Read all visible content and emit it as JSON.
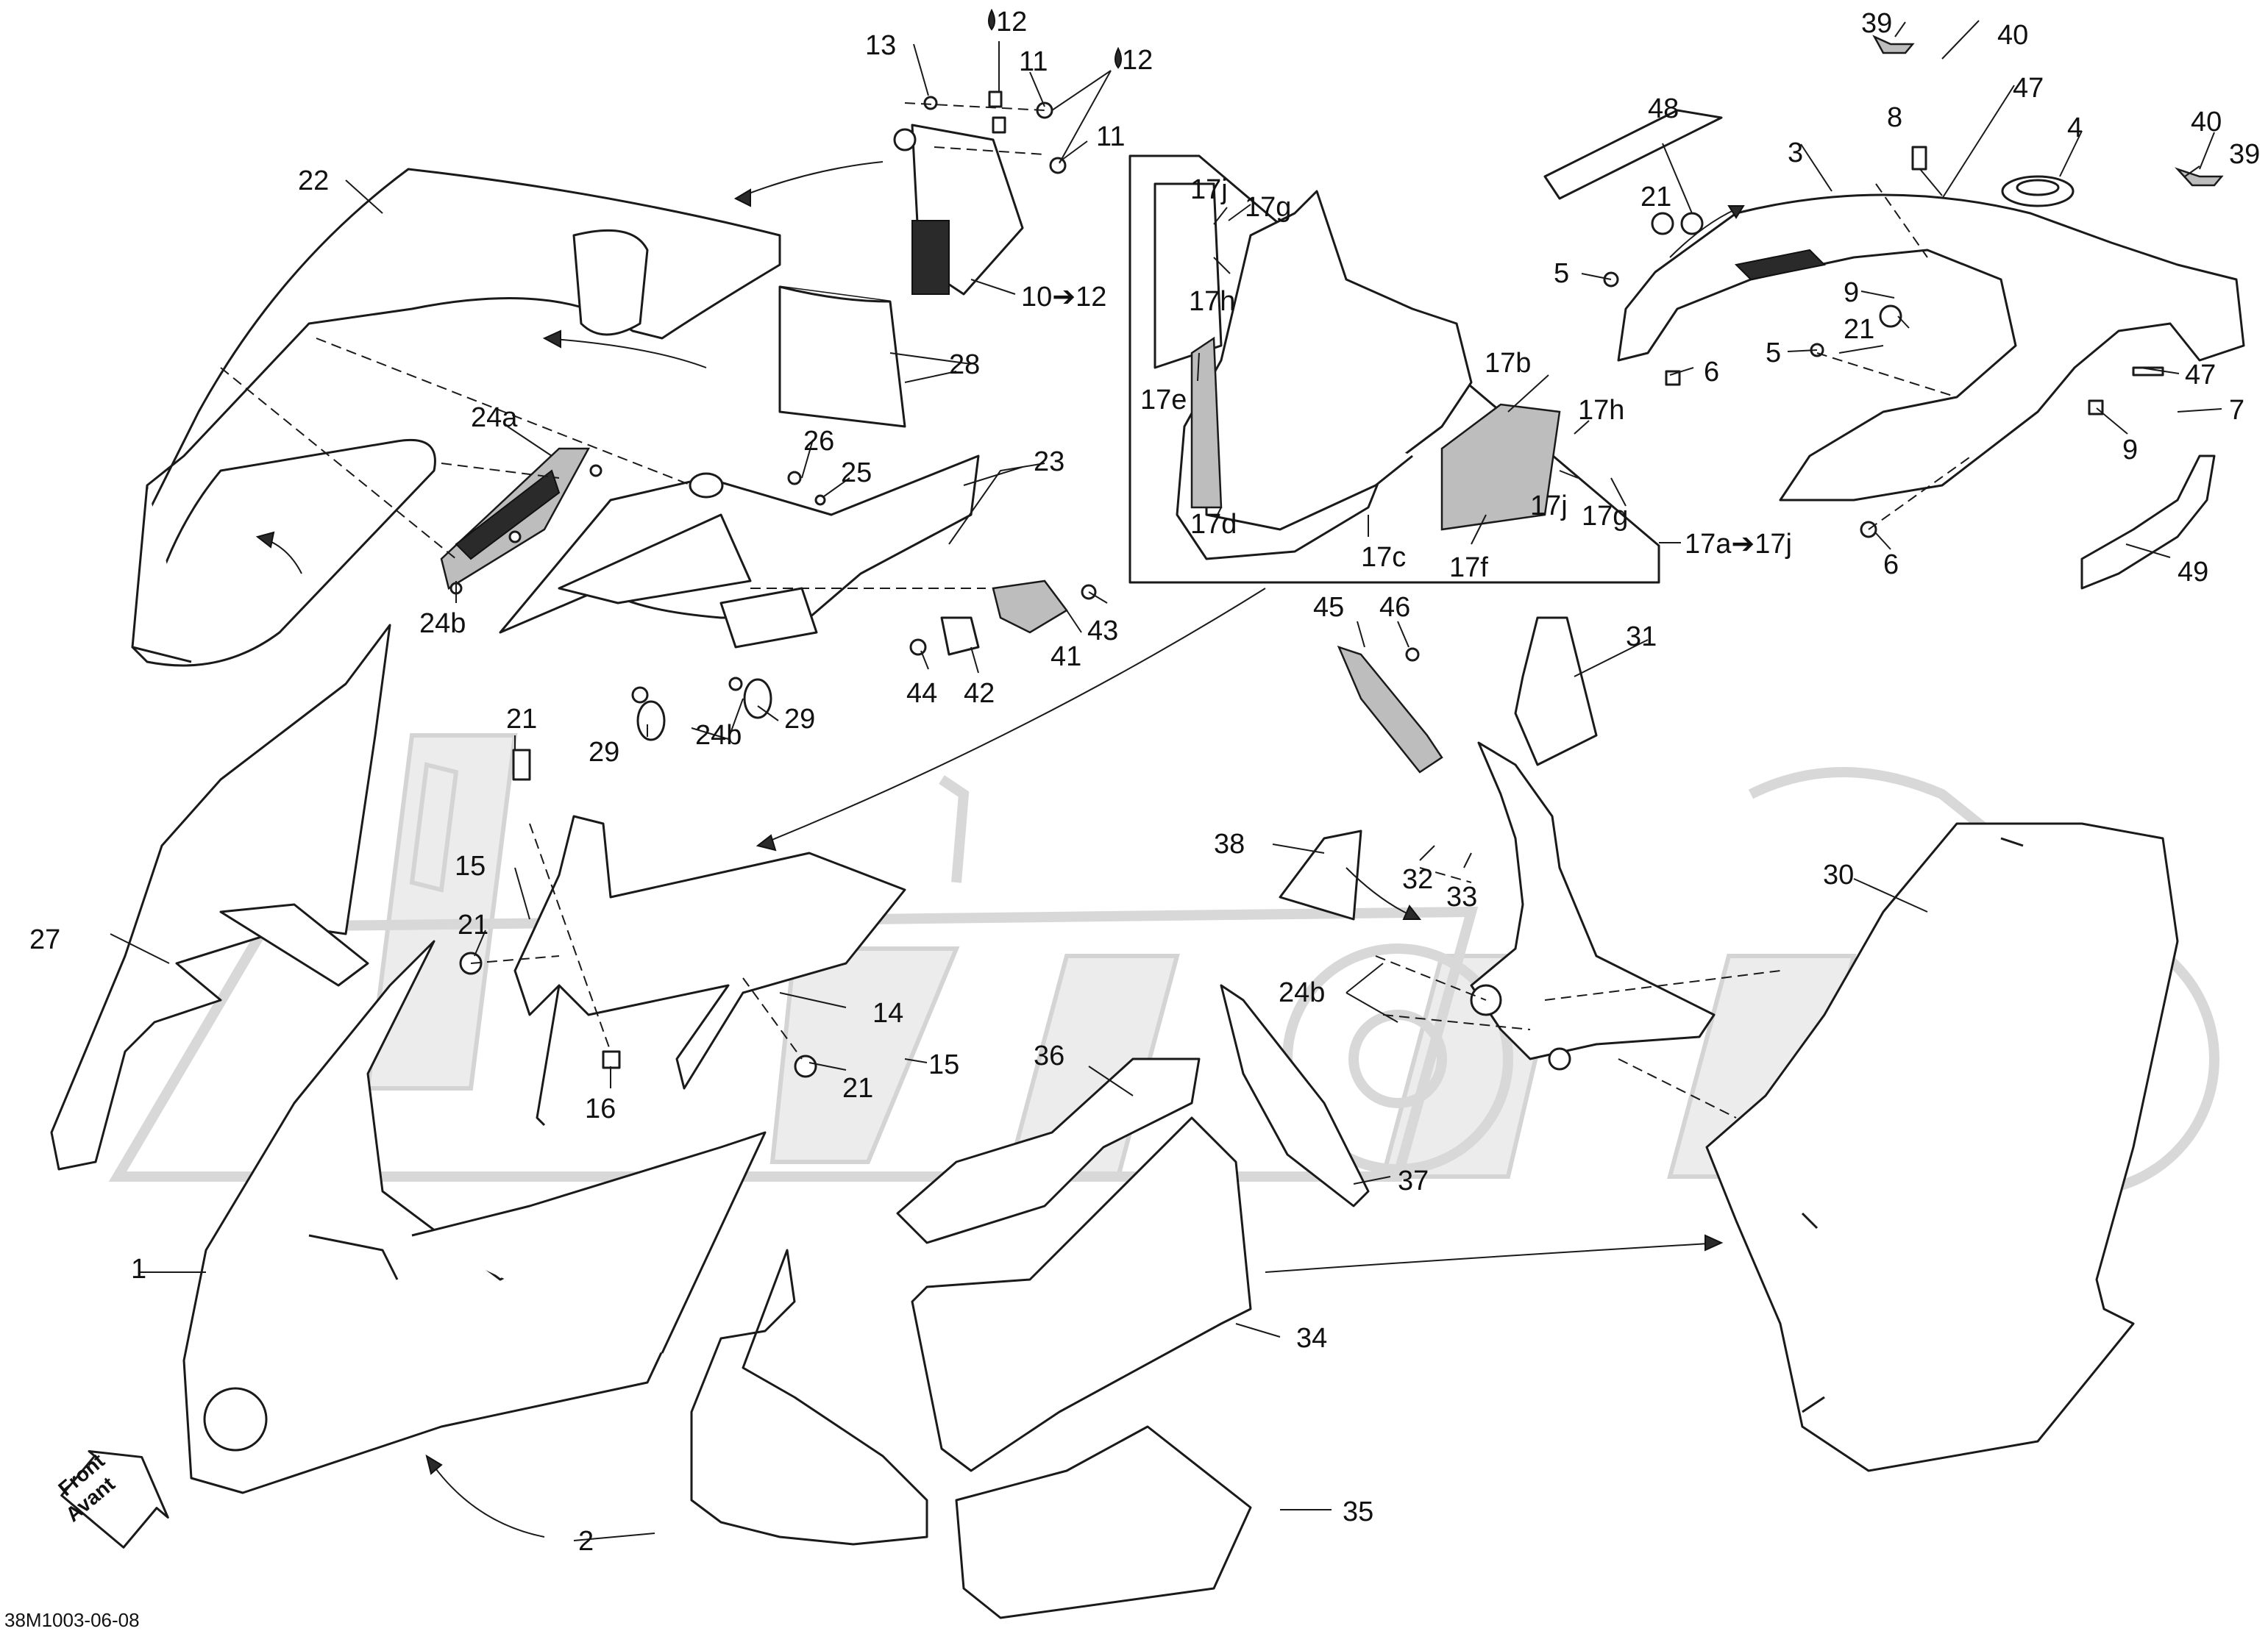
{
  "diagram": {
    "reference_code": "38M1003-06-08",
    "front_label": "Front",
    "front_label_fr": "Avant",
    "kit_label": "17a➔17j",
    "callouts": {
      "c1": "1",
      "c2": "2",
      "c3": "3",
      "c4": "4",
      "c5a": "5",
      "c5b": "5",
      "c6a": "6",
      "c6b": "6",
      "c7": "7",
      "c8": "8",
      "c9a": "9",
      "c9b": "9",
      "c10": "10➔12",
      "c11a": "11",
      "c11b": "11",
      "c12a": "12",
      "c12b": "12",
      "c13": "13",
      "c14": "14",
      "c15a": "15",
      "c15b": "15",
      "c16": "16",
      "c17b": "17b",
      "c17c": "17c",
      "c17d": "17d",
      "c17e": "17e",
      "c17f": "17f",
      "c17ga": "17g",
      "c17gb": "17g",
      "c17ha": "17h",
      "c17hb": "17h",
      "c17ja": "17j",
      "c17jb": "17j",
      "c21a": "21",
      "c21b": "21",
      "c21c": "21",
      "c21d": "21",
      "c21e": "21",
      "c22": "22",
      "c23": "23",
      "c24a": "24a",
      "c24ba": "24b",
      "c24bb": "24b",
      "c24bc": "24b",
      "c25": "25",
      "c26": "26",
      "c27": "27",
      "c28": "28",
      "c29a": "29",
      "c29b": "29",
      "c30": "30",
      "c31": "31",
      "c32": "32",
      "c33": "33",
      "c34": "34",
      "c35": "35",
      "c36": "36",
      "c37": "37",
      "c38": "38",
      "c39a": "39",
      "c39b": "39",
      "c40a": "40",
      "c40b": "40",
      "c41": "41",
      "c42": "42",
      "c43": "43",
      "c44": "44",
      "c45": "45",
      "c46": "46",
      "c47a": "47",
      "c47b": "47",
      "c48": "48",
      "c49": "49"
    }
  }
}
